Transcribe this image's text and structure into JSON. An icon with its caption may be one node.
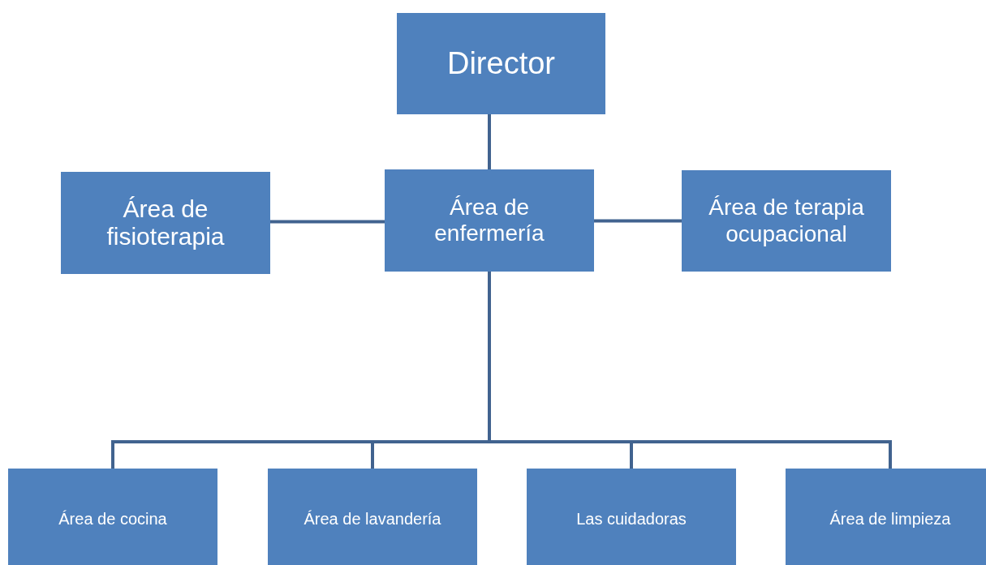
{
  "diagram": {
    "nodes": [
      {
        "text": [
          "Director"
        ]
      },
      {
        "text": [
          "Área de fisioterapia"
        ]
      },
      {
        "text": [
          "Área de enfermería"
        ]
      },
      {
        "text": [
          "Área de terapia ocupacional"
        ]
      },
      {
        "text": [
          "Área de cocina"
        ]
      },
      {
        "text": [
          "Área de lavandería"
        ]
      },
      {
        "text": [
          "Las cuidadoras"
        ]
      },
      {
        "text": [
          "Área de limpieza"
        ]
      }
    ],
    "edges": [
      {
        "from": 2,
        "to": 0,
        "arrow": "none"
      },
      {
        "from": 1,
        "to": 2,
        "arrow": "none"
      },
      {
        "from": 2,
        "to": 3,
        "arrow": "none"
      },
      {
        "from": 2,
        "to": 4,
        "arrow": "none"
      },
      {
        "from": 2,
        "to": 5,
        "arrow": "none"
      },
      {
        "from": 2,
        "to": 6,
        "arrow": "none"
      },
      {
        "from": 2,
        "to": 7,
        "arrow": "none"
      }
    ]
  }
}
